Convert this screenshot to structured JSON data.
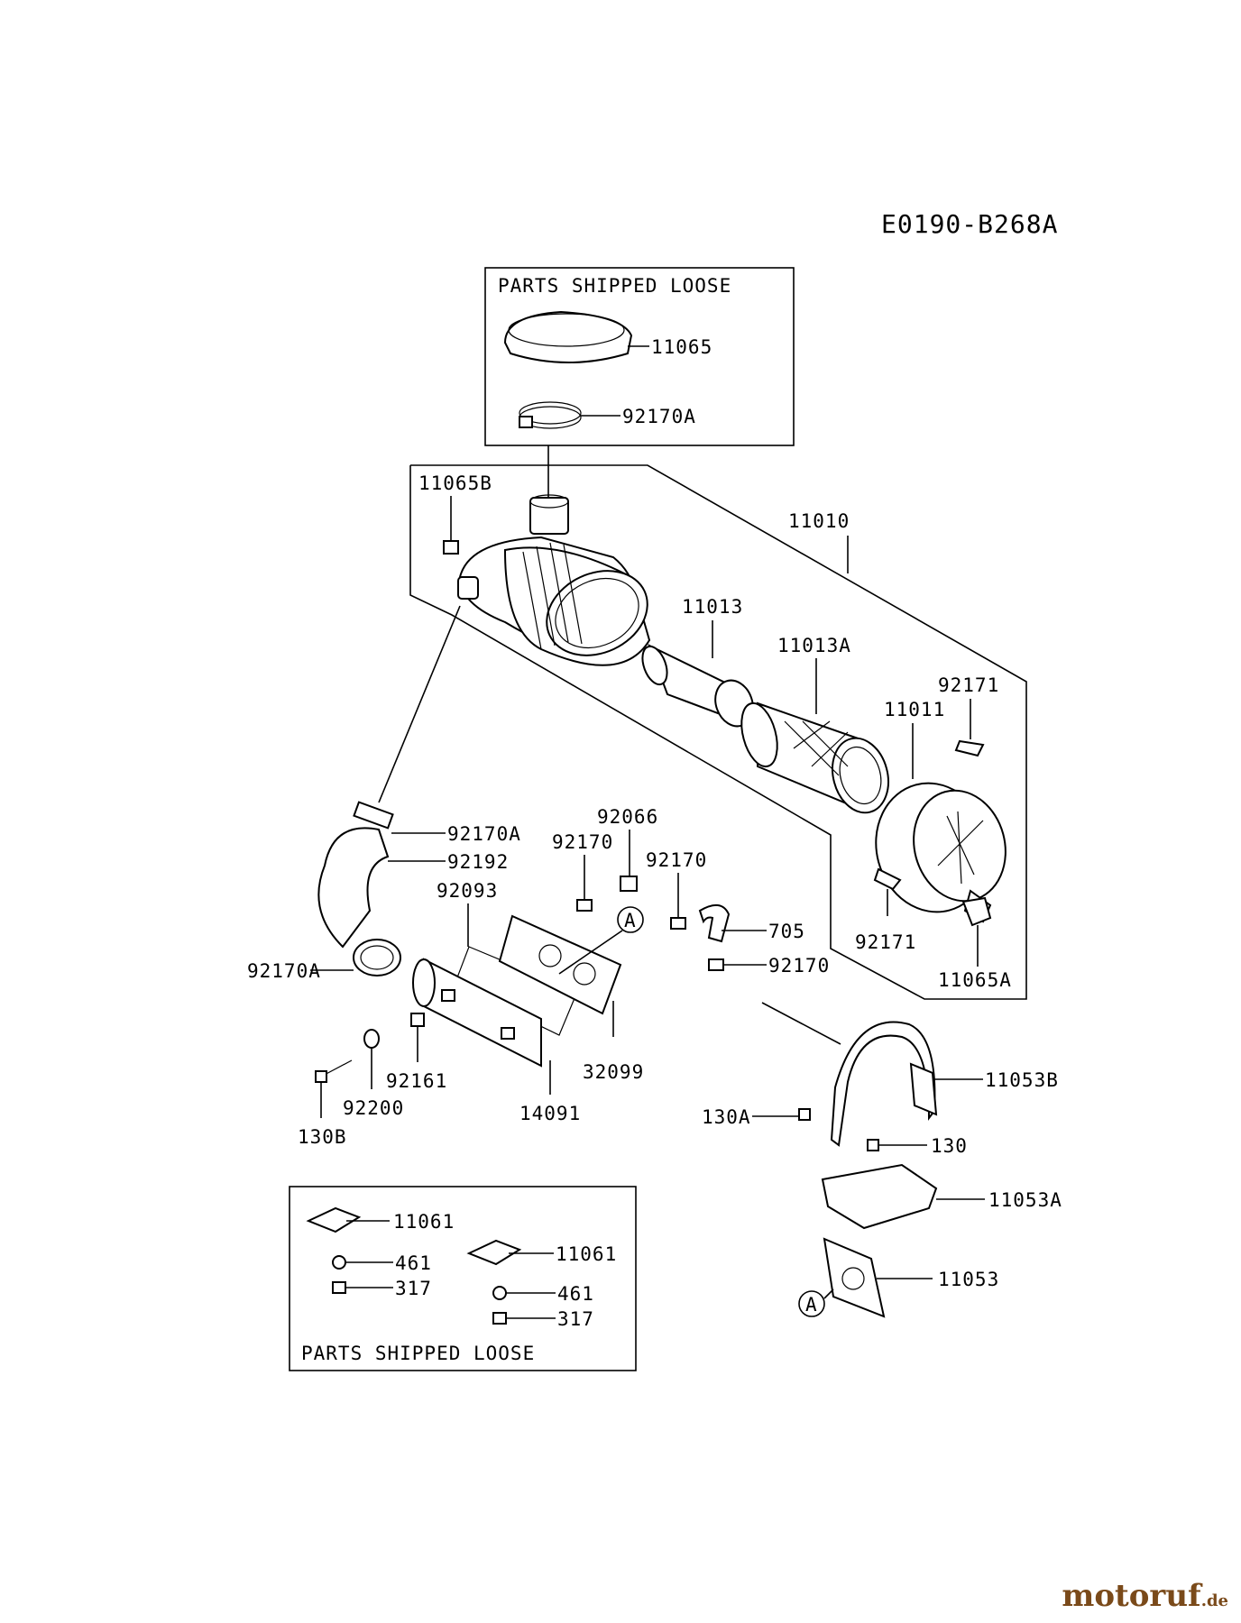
{
  "diagram_code": "E0190-B268A",
  "boxes": {
    "top_box_title": "PARTS SHIPPED LOOSE",
    "bottom_box_title": "PARTS SHIPPED LOOSE"
  },
  "labels": {
    "p11065": "11065",
    "p92170A_top": "92170A",
    "p11065B": "11065B",
    "p11010": "11010",
    "p11013": "11013",
    "p11013A": "11013A",
    "p92171_top": "92171",
    "p11011": "11011",
    "p92171_bottom": "92171",
    "p11065A": "11065A",
    "p92170A_mid": "92170A",
    "p92192": "92192",
    "p92066": "92066",
    "p92170_a": "92170",
    "p92170_b": "92170",
    "p92093": "92093",
    "callout_A1": "A",
    "p705": "705",
    "p92170_c": "92170",
    "p92170A_left": "92170A",
    "p32099": "32099",
    "p92161": "92161",
    "p92200": "92200",
    "p14091": "14091",
    "p130B": "130B",
    "p11053B": "11053B",
    "p130A": "130A",
    "p130": "130",
    "p11053A": "11053A",
    "p11053": "11053",
    "callout_A2": "A",
    "p11061_a": "11061",
    "p461_a": "461",
    "p317_a": "317",
    "p11061_b": "11061",
    "p461_b": "461",
    "p317_b": "317"
  },
  "watermark": {
    "main": "motoruf",
    "suffix": ".de"
  }
}
